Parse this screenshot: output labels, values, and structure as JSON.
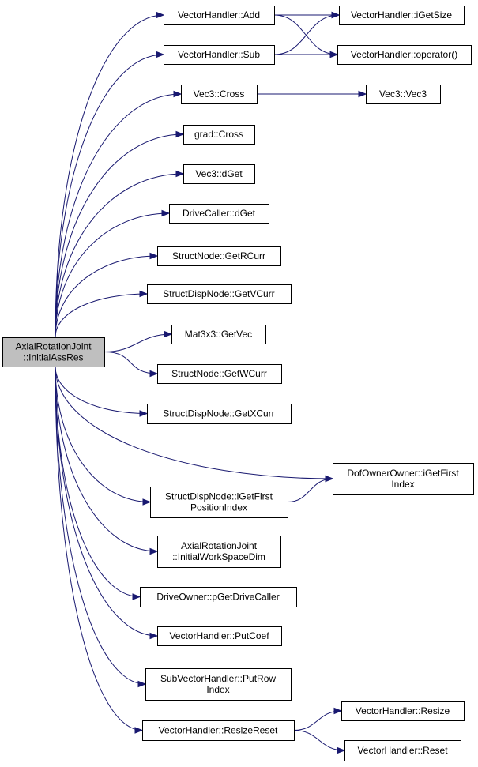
{
  "graph": {
    "root": {
      "id": "root",
      "lines": [
        "AxialRotationJoint",
        "::InitialAssRes"
      ]
    },
    "nodes": [
      {
        "id": "add",
        "lines": [
          "VectorHandler::Add"
        ]
      },
      {
        "id": "sub",
        "lines": [
          "VectorHandler::Sub"
        ]
      },
      {
        "id": "igetsize",
        "lines": [
          "VectorHandler::iGetSize"
        ]
      },
      {
        "id": "operator",
        "lines": [
          "VectorHandler::operator()"
        ]
      },
      {
        "id": "vec3cross",
        "lines": [
          "Vec3::Cross"
        ]
      },
      {
        "id": "vec3vec3",
        "lines": [
          "Vec3::Vec3"
        ]
      },
      {
        "id": "gradcross",
        "lines": [
          "grad::Cross"
        ]
      },
      {
        "id": "vec3dget",
        "lines": [
          "Vec3::dGet"
        ]
      },
      {
        "id": "drivecallerdget",
        "lines": [
          "DriveCaller::dGet"
        ]
      },
      {
        "id": "getrcurr",
        "lines": [
          "StructNode::GetRCurr"
        ]
      },
      {
        "id": "getvcurr",
        "lines": [
          "StructDispNode::GetVCurr"
        ]
      },
      {
        "id": "getvec",
        "lines": [
          "Mat3x3::GetVec"
        ]
      },
      {
        "id": "getwcurr",
        "lines": [
          "StructNode::GetWCurr"
        ]
      },
      {
        "id": "getxcurr",
        "lines": [
          "StructDispNode::GetXCurr"
        ]
      },
      {
        "id": "dofowner",
        "lines": [
          "DofOwnerOwner::iGetFirst",
          "Index"
        ]
      },
      {
        "id": "igetfirstpos",
        "lines": [
          "StructDispNode::iGetFirst",
          "PositionIndex"
        ]
      },
      {
        "id": "initworkspace",
        "lines": [
          "AxialRotationJoint",
          "::InitialWorkSpaceDim"
        ]
      },
      {
        "id": "pgetdrivecaller",
        "lines": [
          "DriveOwner::pGetDriveCaller"
        ]
      },
      {
        "id": "putcoef",
        "lines": [
          "VectorHandler::PutCoef"
        ]
      },
      {
        "id": "putrow",
        "lines": [
          "SubVectorHandler::PutRow",
          "Index"
        ]
      },
      {
        "id": "resizereset",
        "lines": [
          "VectorHandler::ResizeReset"
        ]
      },
      {
        "id": "resize",
        "lines": [
          "VectorHandler::Resize"
        ]
      },
      {
        "id": "reset",
        "lines": [
          "VectorHandler::Reset"
        ]
      }
    ],
    "edges": [
      {
        "from": "root",
        "to": "add"
      },
      {
        "from": "root",
        "to": "sub"
      },
      {
        "from": "root",
        "to": "vec3cross"
      },
      {
        "from": "root",
        "to": "gradcross"
      },
      {
        "from": "root",
        "to": "vec3dget"
      },
      {
        "from": "root",
        "to": "drivecallerdget"
      },
      {
        "from": "root",
        "to": "getrcurr"
      },
      {
        "from": "root",
        "to": "getvcurr"
      },
      {
        "from": "root",
        "to": "getvec"
      },
      {
        "from": "root",
        "to": "getwcurr"
      },
      {
        "from": "root",
        "to": "getxcurr"
      },
      {
        "from": "root",
        "to": "dofowner"
      },
      {
        "from": "root",
        "to": "igetfirstpos"
      },
      {
        "from": "root",
        "to": "initworkspace"
      },
      {
        "from": "root",
        "to": "pgetdrivecaller"
      },
      {
        "from": "root",
        "to": "putcoef"
      },
      {
        "from": "root",
        "to": "putrow"
      },
      {
        "from": "root",
        "to": "resizereset"
      },
      {
        "from": "add",
        "to": "igetsize"
      },
      {
        "from": "add",
        "to": "operator"
      },
      {
        "from": "sub",
        "to": "igetsize"
      },
      {
        "from": "sub",
        "to": "operator"
      },
      {
        "from": "vec3cross",
        "to": "vec3vec3"
      },
      {
        "from": "igetfirstpos",
        "to": "dofowner"
      },
      {
        "from": "resizereset",
        "to": "resize"
      },
      {
        "from": "resizereset",
        "to": "reset"
      }
    ]
  }
}
